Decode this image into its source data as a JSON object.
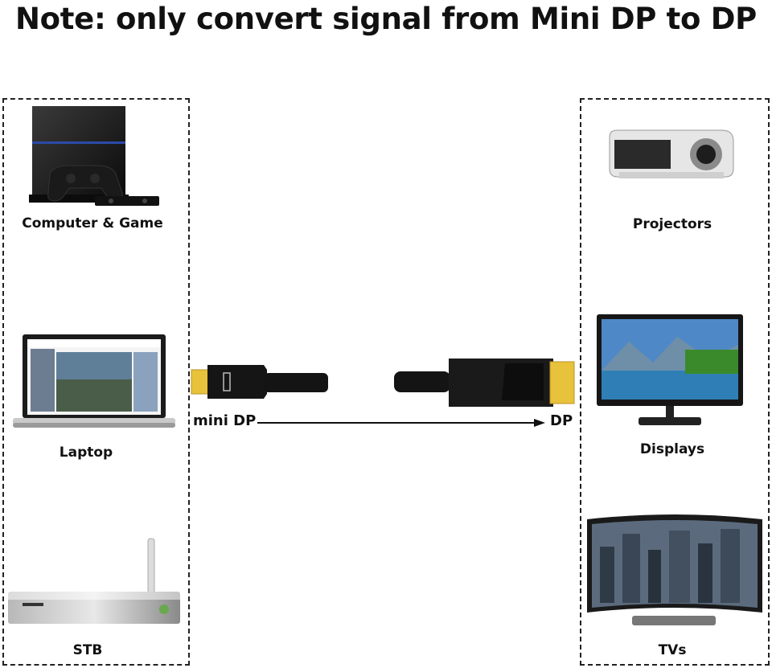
{
  "title": "Note: only convert signal from Mini DP to DP",
  "sources": [
    {
      "label": "Computer & Game",
      "icon": "game-console-icon"
    },
    {
      "label": "Laptop",
      "icon": "laptop-icon"
    },
    {
      "label": "STB",
      "icon": "set-top-box-icon"
    }
  ],
  "displays": [
    {
      "label": "Projectors",
      "icon": "projector-icon"
    },
    {
      "label": "Displays",
      "icon": "monitor-icon"
    },
    {
      "label": "TVs",
      "icon": "tv-icon"
    }
  ],
  "cable": {
    "from_label": "mini DP",
    "to_label": "DP"
  },
  "colors": {
    "connector_gold": "#e8c23a",
    "cable_black": "#111111"
  }
}
